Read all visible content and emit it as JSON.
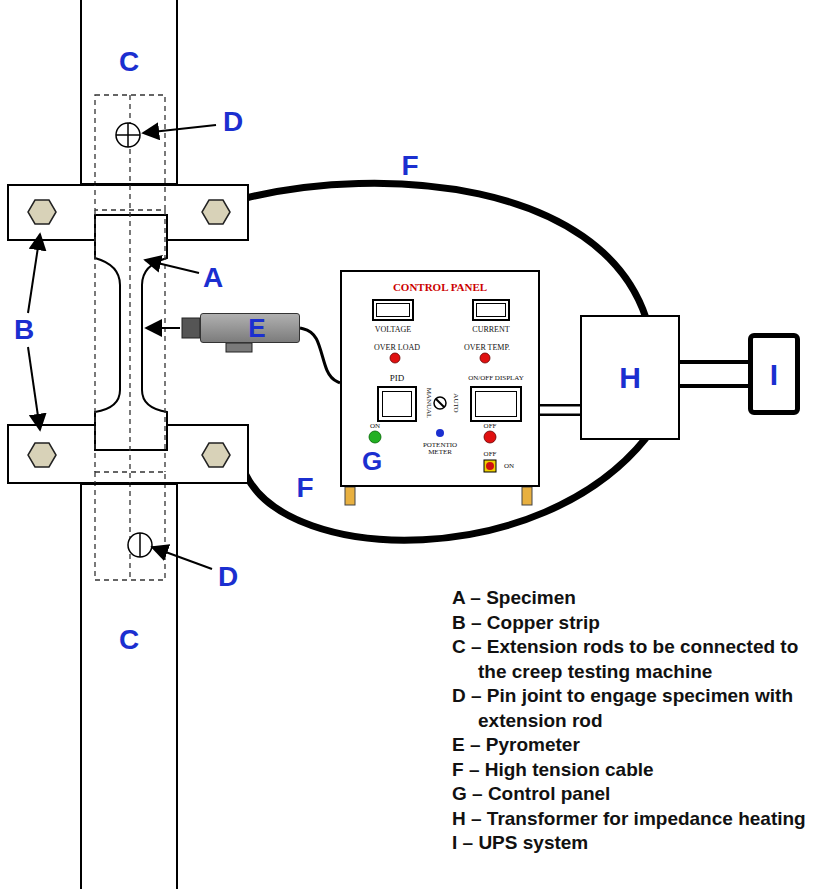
{
  "diagram": {
    "nodes": [
      {
        "text": [
          "C"
        ]
      },
      {
        "text": [
          "E"
        ]
      },
      {
        "text": [
          "CONTROL PANEL",
          "OVER LOAD",
          "OVER TEMP.",
          "MANUAL",
          "AUTO",
          "ON",
          "POTENTIO METER",
          "OFF",
          "G",
          "OFF",
          "ON"
        ]
      },
      {
        "text": [
          "VOLTAGE"
        ],
        "in": 2
      },
      {
        "text": [
          "CURRENT"
        ],
        "in": 2
      },
      {
        "text": [
          "PID"
        ],
        "in": 2
      },
      {
        "text": [
          "ON/OFF DISPLAY"
        ],
        "in": 2
      },
      {
        "text": [
          "H"
        ]
      },
      {
        "text": [
          "I"
        ]
      },
      {
        "text": [
          "C"
        ]
      }
    ],
    "edges": [
      {
        "from": 1,
        "to": 2,
        "arrow": "none"
      },
      {
        "from": 2,
        "to": 7,
        "arrow": "none"
      },
      {
        "from": 7,
        "to": 8,
        "arrow": "none"
      }
    ],
    "labels": [
      "D",
      "F",
      "A",
      "B",
      "D",
      "F",
      "A – Specimen",
      "B – Copper strip",
      "C – Extension rods to be connected to the creep testing machine",
      "D – Pin joint to engage specimen with extension rod",
      "E – Pyrometer",
      "F – High tension cable",
      "G – Control panel",
      "H – Transformer for impedance heating",
      "I – UPS system"
    ]
  }
}
